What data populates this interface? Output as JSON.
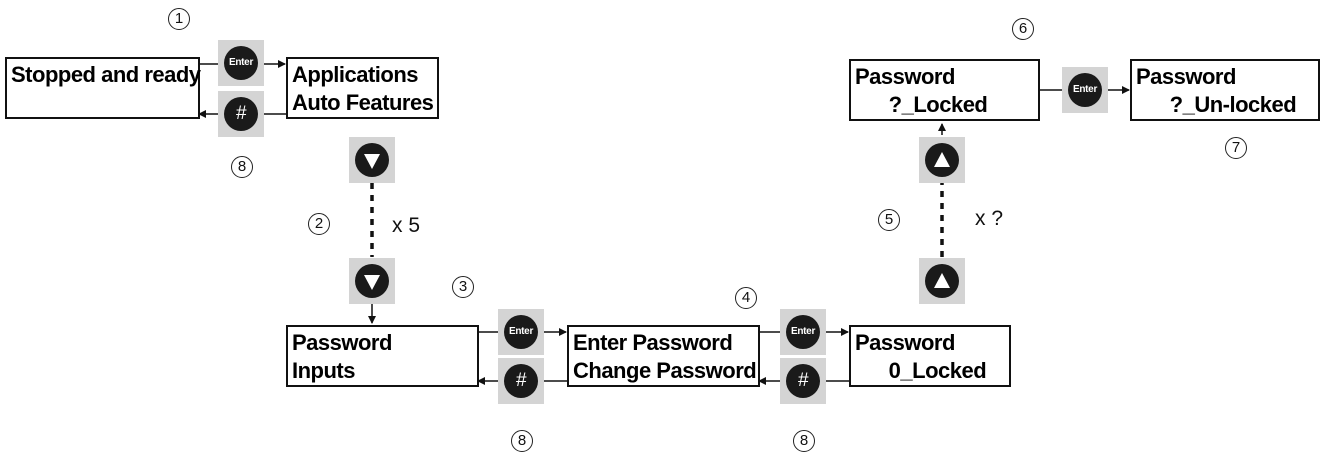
{
  "screens": {
    "stopped": {
      "line1": "Stopped and ready",
      "line2": ""
    },
    "applications": {
      "line1": "Applications",
      "line2": "Auto Features"
    },
    "password_inputs": {
      "line1": "Password",
      "line2": "Inputs"
    },
    "enter_password": {
      "line1": "Enter Password",
      "line2": "Change Password"
    },
    "password_0": {
      "line1": "Password",
      "line2": "      0_Locked"
    },
    "password_q_locked": {
      "line1": "Password",
      "line2": "      ?_Locked"
    },
    "password_q_unlocked": {
      "line1": "Password",
      "line2": "      ?_Un-locked"
    }
  },
  "keys": {
    "enter": "Enter",
    "hash": "#"
  },
  "step_numbers": {
    "s1": "1",
    "s2": "2",
    "s3": "3",
    "s4": "4",
    "s5": "5",
    "s6": "6",
    "s7": "7",
    "s8": "8"
  },
  "repeat_notes": {
    "down": "x 5",
    "up": "x ?"
  },
  "colors": {
    "key_background": "#d4d4d4",
    "key_disc": "#1a1a1a",
    "line": "#111111"
  },
  "icons": {
    "enter_key": "enter-key-icon",
    "hash_key": "hash-key-icon",
    "down_key": "down-arrow-key-icon",
    "up_key": "up-arrow-key-icon"
  }
}
